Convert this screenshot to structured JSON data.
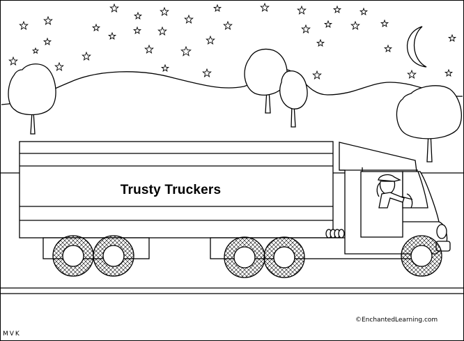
{
  "trailer": {
    "label": "Trusty Truckers"
  },
  "credits": {
    "artist": "MVK",
    "copyright": "©EnchantedLearning.com"
  },
  "colors": {
    "ink": "#000000",
    "paper": "#ffffff"
  }
}
